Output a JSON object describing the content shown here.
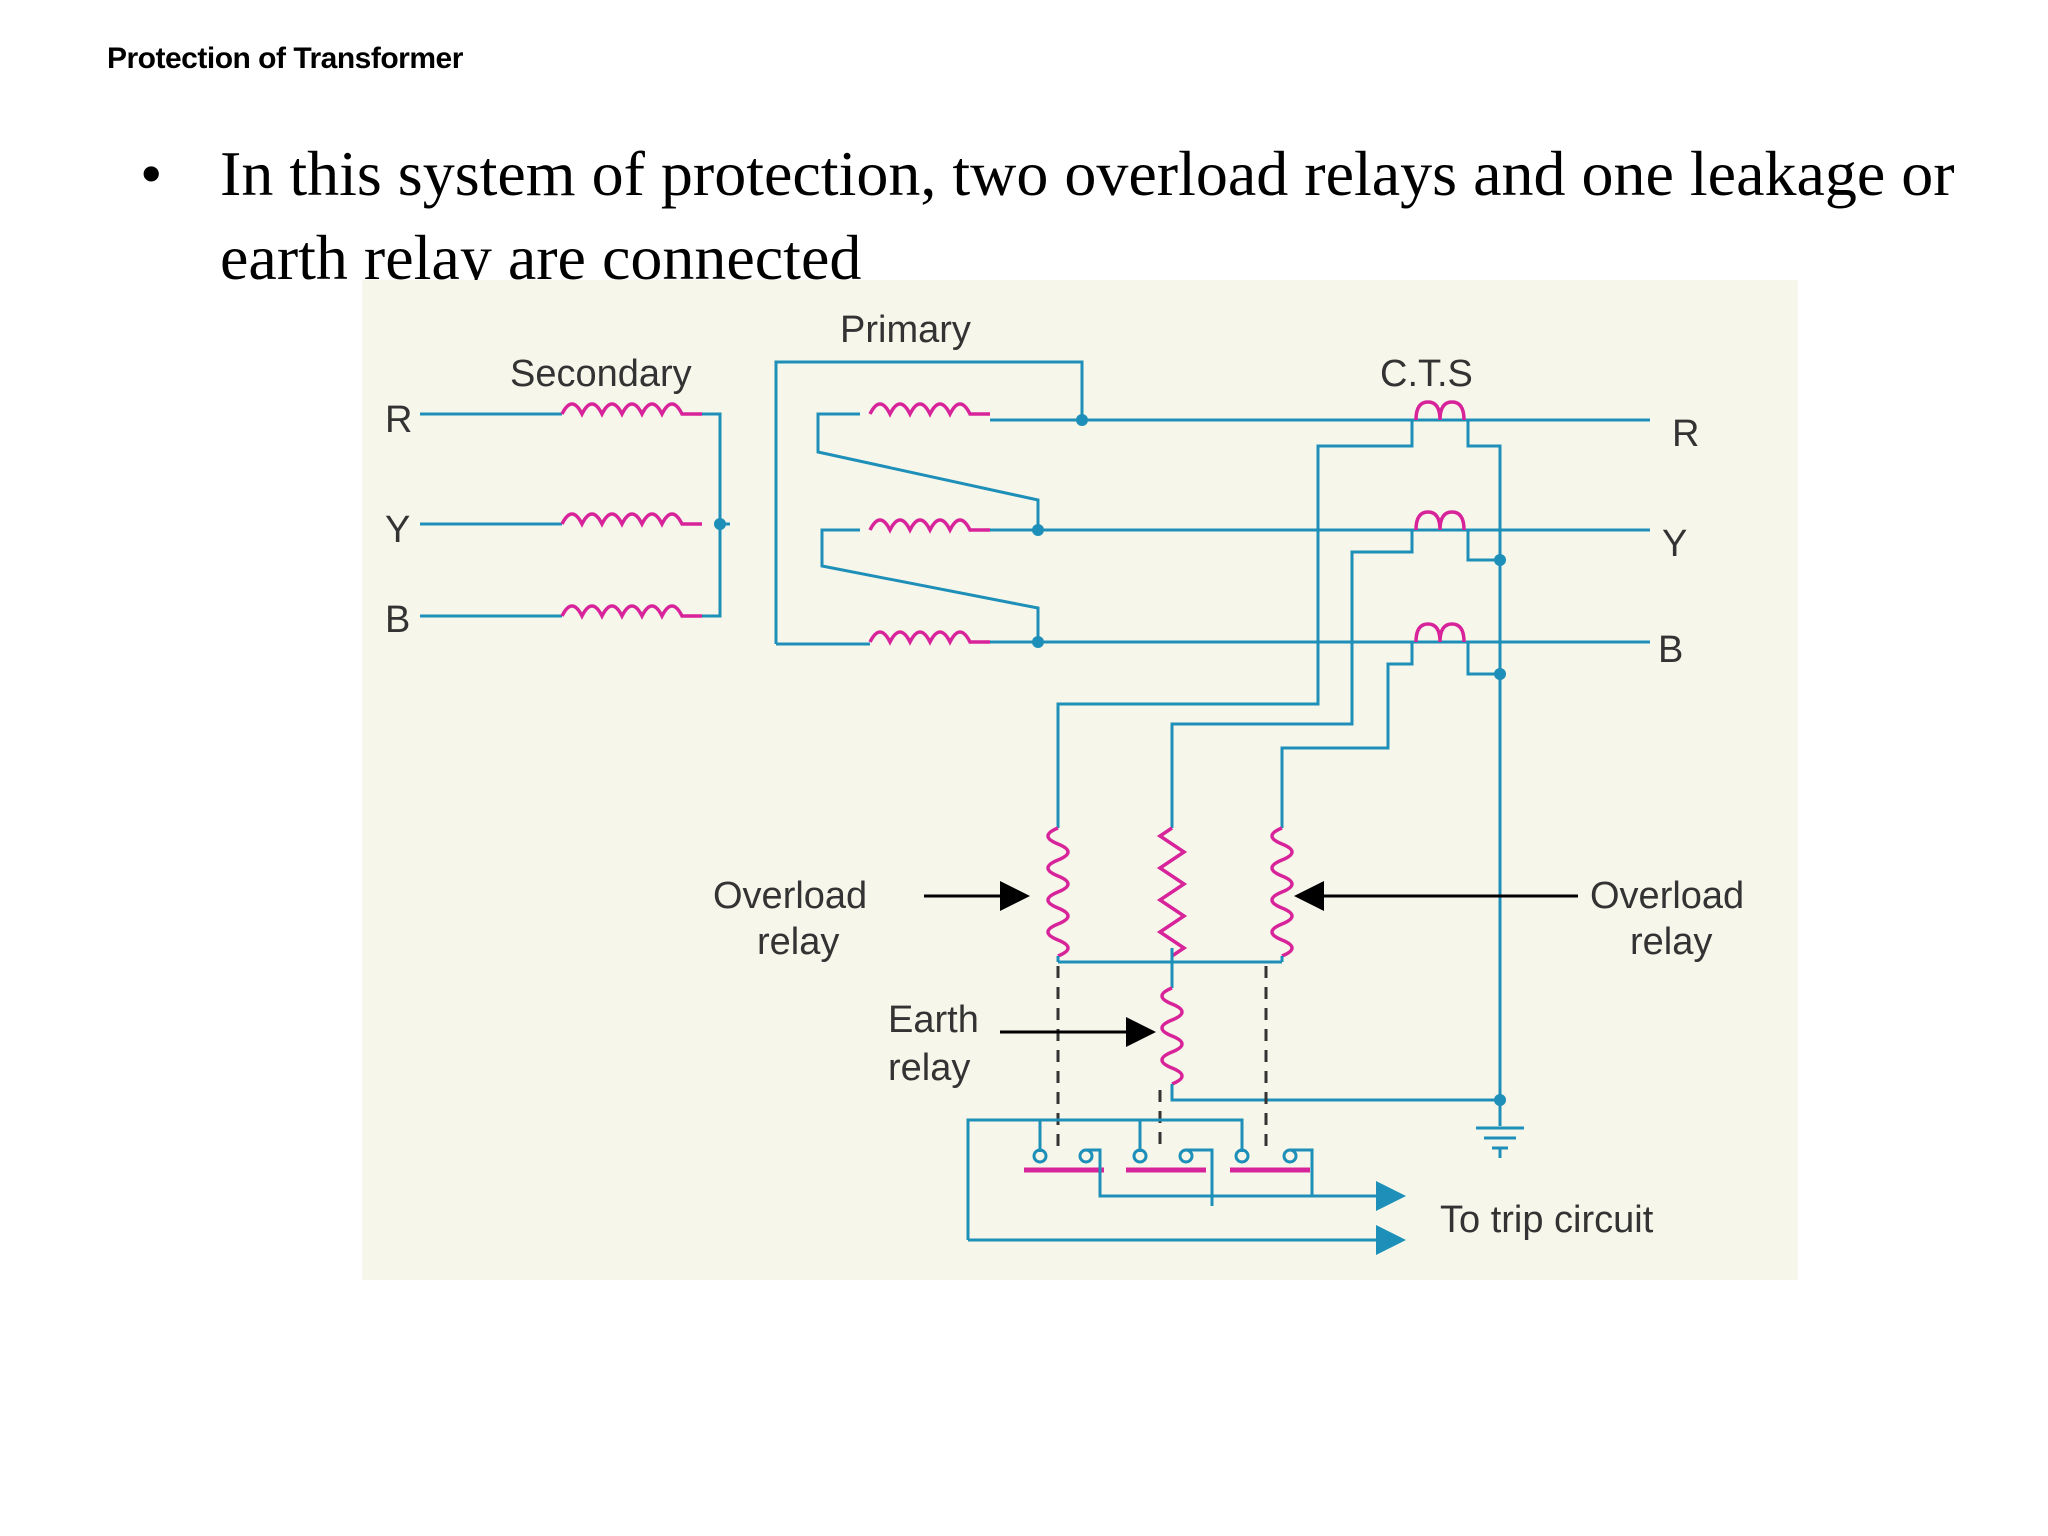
{
  "slide": {
    "title": "Protection of Transformer",
    "bullet": "In this system of protection, two overload relays and one leakage or earth relay are connected"
  },
  "diagram": {
    "labels": {
      "secondary": "Secondary",
      "primary": "Primary",
      "cts": "C.T.S",
      "phase_r_left": "R",
      "phase_y_left": "Y",
      "phase_b_left": "B",
      "phase_r_right": "R",
      "phase_y_right": "Y",
      "phase_b_right": "B",
      "overload_left_1": "Overload",
      "overload_left_2": "relay",
      "overload_right_1": "Overload",
      "overload_right_2": "relay",
      "earth_1": "Earth",
      "earth_2": "relay",
      "trip": "To trip circuit"
    },
    "colors": {
      "wire": "#1e8fb8",
      "coil": "#d8249a",
      "background": "#f6f7ea"
    }
  }
}
